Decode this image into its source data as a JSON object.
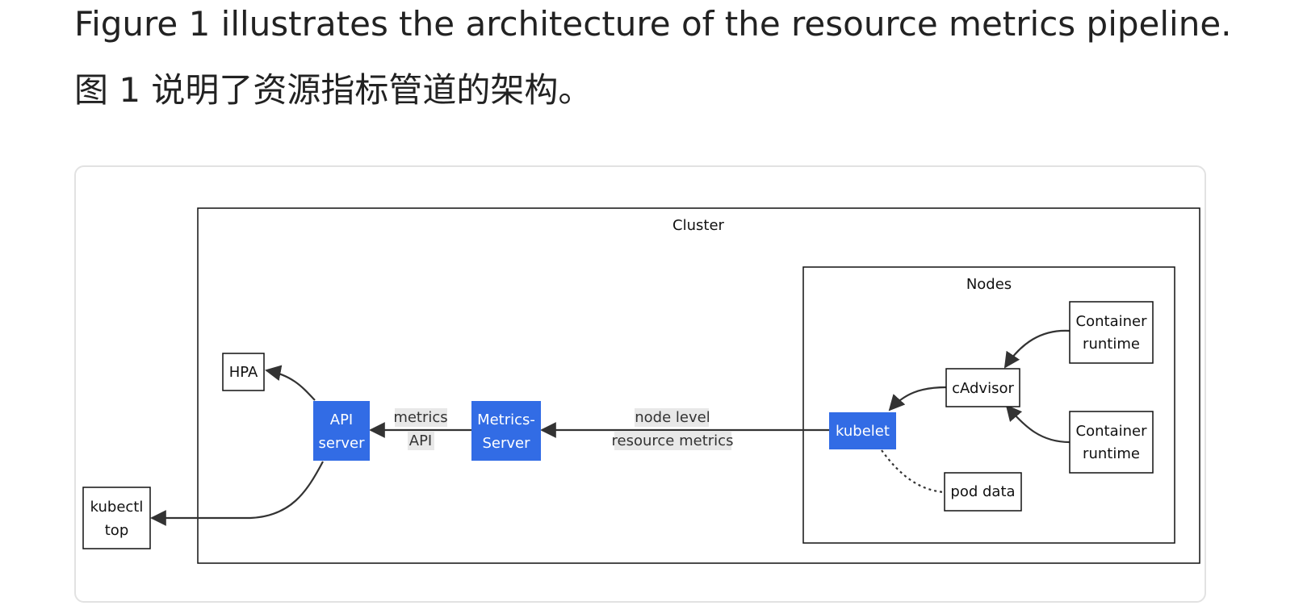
{
  "intro": {
    "english": "Figure 1 illustrates the architecture of the resource metrics pipeline.",
    "chinese": "图 1 说明了资源指标管道的架构。"
  },
  "diagram": {
    "groups": {
      "cluster": "Cluster",
      "nodes": "Nodes"
    },
    "nodes": {
      "hpa": "HPA",
      "api_server_1": "API",
      "api_server_2": "server",
      "metrics_server_1": "Metrics-",
      "metrics_server_2": "Server",
      "kubelet": "kubelet",
      "cadvisor": "cAdvisor",
      "container_runtime_a_1": "Container",
      "container_runtime_a_2": "runtime",
      "container_runtime_b_1": "Container",
      "container_runtime_b_2": "runtime",
      "pod_data": "pod data",
      "kubectl_top_1": "kubectl",
      "kubectl_top_2": "top"
    },
    "edges": {
      "metrics_api_1": "metrics",
      "metrics_api_2": "API",
      "node_level_1": "node level",
      "node_level_2": "resource metrics"
    },
    "colors": {
      "highlight_node": "#326ce5",
      "edge": "#333333",
      "edge_label_bg": "#e8e8e8"
    }
  }
}
